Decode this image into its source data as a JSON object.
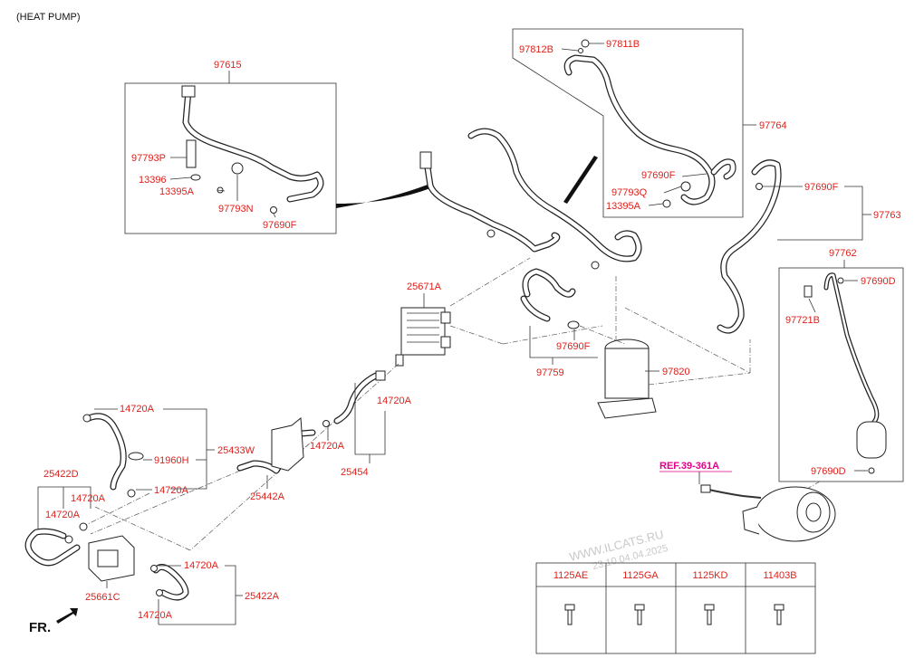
{
  "header": {
    "title": "(HEAT PUMP)"
  },
  "labels": {
    "p97615": "97615",
    "p97793P": "97793P",
    "p13396": "13396",
    "p13395A_1": "13395A",
    "p97793N": "97793N",
    "p97690F_1": "97690F",
    "p97812B": "97812B",
    "p97811B": "97811B",
    "p97764": "97764",
    "p97690F_2": "97690F",
    "p97793Q": "97793Q",
    "p13395A_2": "13395A",
    "p97690F_3": "97690F",
    "p97763": "97763",
    "p97762": "97762",
    "p97690D_1": "97690D",
    "p97721B": "97721B",
    "p97690D_2": "97690D",
    "p25671A": "25671A",
    "p97690F_4": "97690F",
    "p97759": "97759",
    "p97820": "97820",
    "p14720A_1": "14720A",
    "p14720A_2": "14720A",
    "p14720A_3": "14720A",
    "p25433W": "25433W",
    "p91960H": "91960H",
    "p14720A_4": "14720A",
    "p25454": "25454",
    "p25442A_1": "25442A",
    "p25422D": "25422D",
    "p14720A_5": "14720A",
    "p14720A_6": "14720A",
    "p14720A_7": "14720A",
    "p25422A": "25422A",
    "p14720A_8": "14720A",
    "p25661C": "25661C",
    "ref": "REF.39-361A",
    "fr": "FR."
  },
  "watermark": {
    "line1": "WWW.ILCATS.RU",
    "line2": "23.10.04.04.2025"
  },
  "bolt_table": {
    "columns": [
      "1125AE",
      "1125GA",
      "1125KD",
      "11403B"
    ]
  }
}
